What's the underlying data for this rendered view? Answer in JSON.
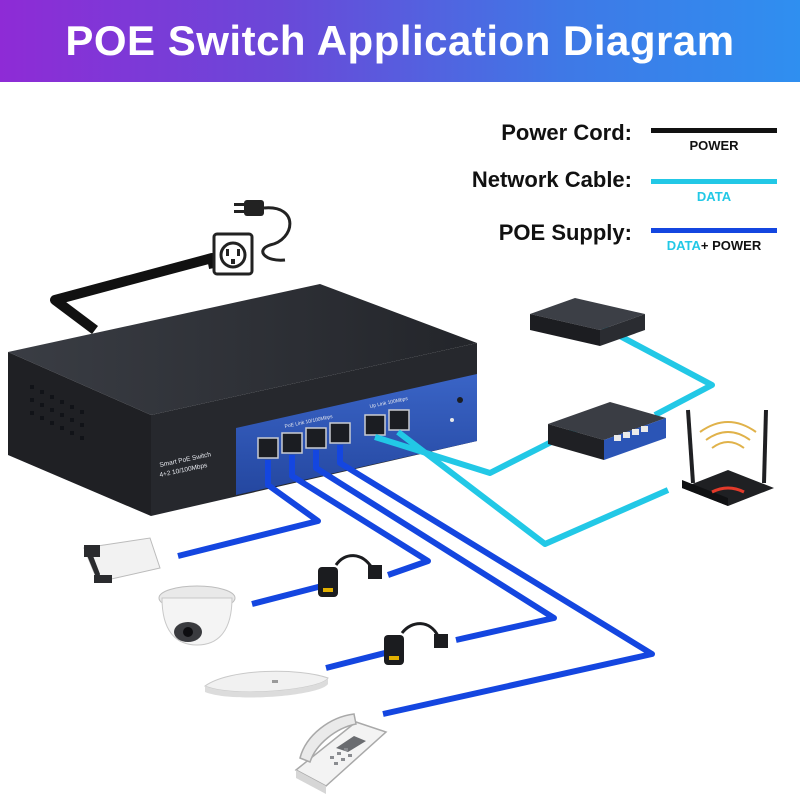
{
  "title": "POE Switch Application Diagram",
  "legend": {
    "power_label": "Power Cord:",
    "power_tag": "POWER",
    "network_label": "Network Cable:",
    "network_tag": "DATA",
    "poe_label": "POE Supply:",
    "poe_tag_data": "DATA",
    "poe_tag_power": "+ POWER"
  },
  "switch": {
    "model_line1": "Smart PoE Switch",
    "model_line2": "4+2 10/100Mbps",
    "group1": "PoE Link   10/100Mbps",
    "group2": "Up Link   100Mbps"
  },
  "colors": {
    "power": "#111111",
    "data": "#22c8e6",
    "poe": "#1446e0",
    "switch_face": "#2b55b6",
    "switch_body": "#2a2c31"
  },
  "icons": [
    "power-plug-icon",
    "power-outlet-icon",
    "ip-camera-bullet-icon",
    "poe-splitter-icon",
    "ip-camera-dome-icon",
    "wireless-ap-icon",
    "ip-phone-icon",
    "nvr-icon",
    "network-switch-icon",
    "wifi-router-icon"
  ]
}
